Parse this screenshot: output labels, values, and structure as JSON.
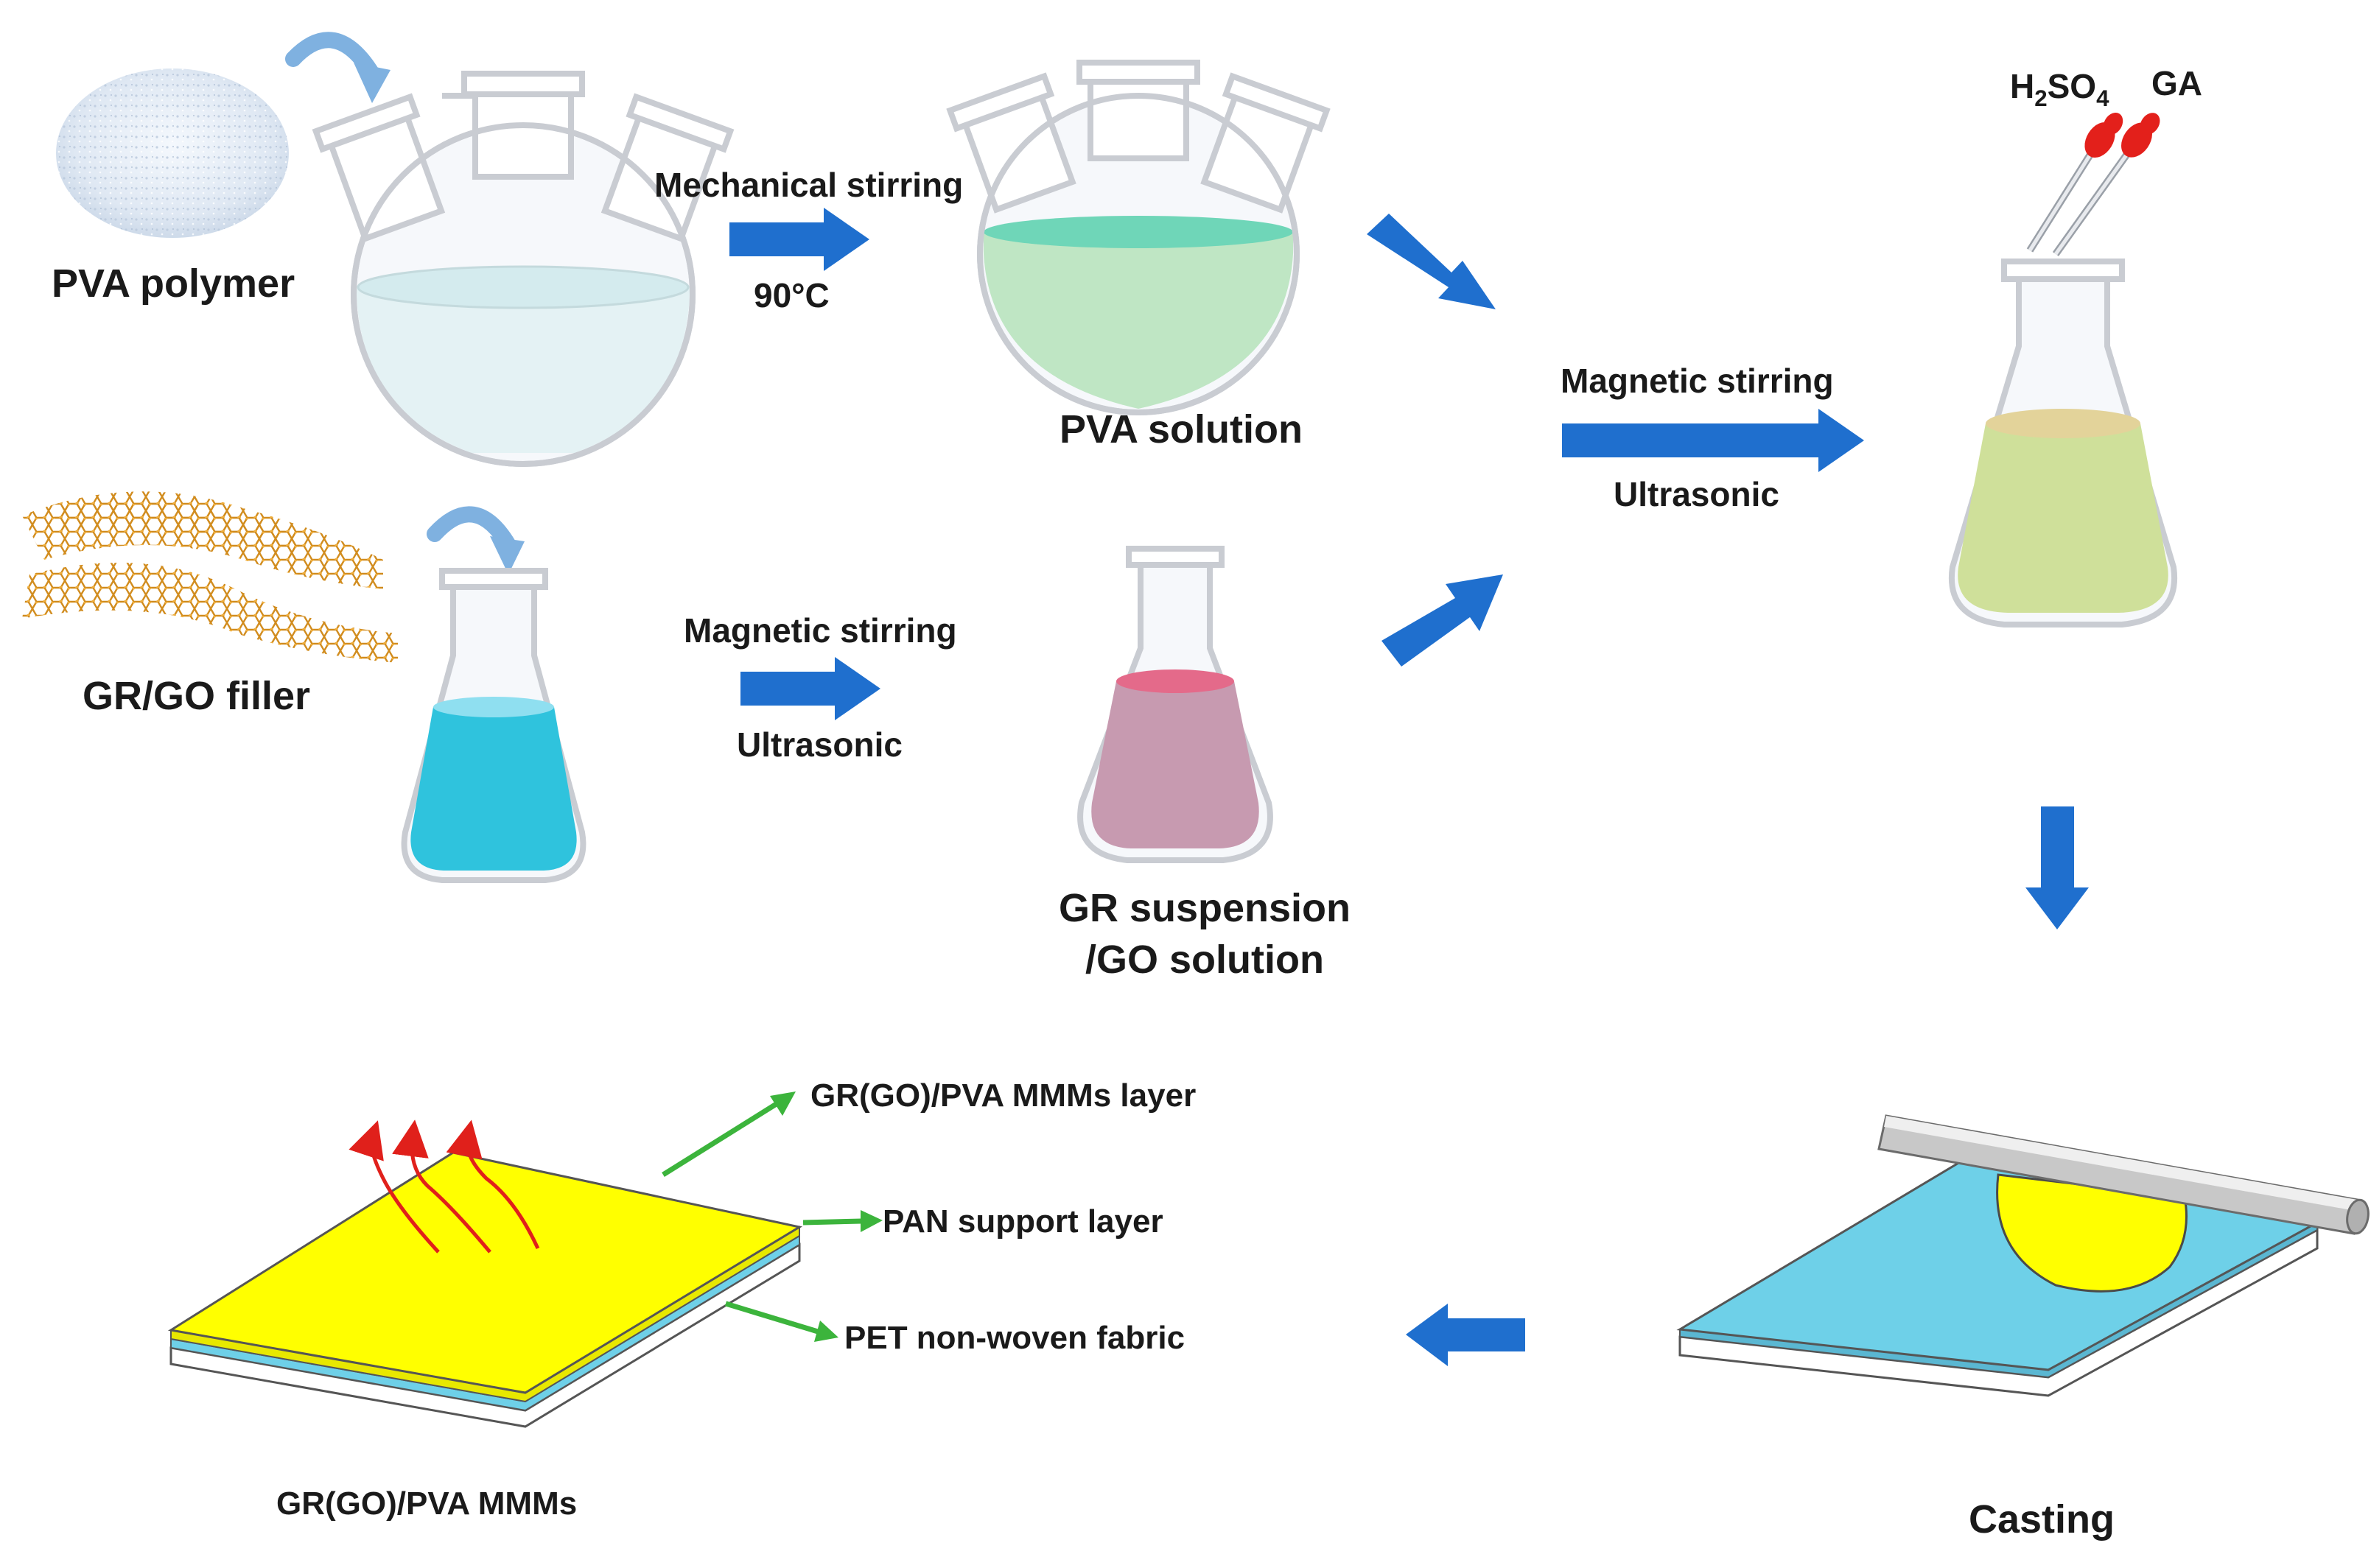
{
  "labels": {
    "pva_polymer": "PVA polymer",
    "gr_go_filler": "GR/GO filler",
    "pva_solution": "PVA solution",
    "gr_suspension_line1": "GR suspension",
    "gr_suspension_line2": "/GO solution",
    "casting": "Casting",
    "mmms": "GR(GO)/PVA MMMs"
  },
  "conditions": {
    "step1_top": "Mechanical stirring",
    "step1_bottom": "90°C",
    "step2_top": "Magnetic stirring",
    "step2_bottom": "Ultrasonic",
    "step3_top": "Magnetic stirring",
    "step3_bottom": "Ultrasonic"
  },
  "reagents": {
    "acid_main": "H",
    "acid_sub1": "2",
    "acid_mid": "SO",
    "acid_sub2": "4",
    "crosslinker": "GA"
  },
  "layers": {
    "top": "GR(GO)/PVA MMMs layer",
    "middle": "PAN support layer",
    "bottom": "PET non-woven fabric"
  },
  "colors": {
    "process_arrow": "#1f6fce",
    "layer_arrow": "#3cb43c",
    "pva_solution": "#bfe6c4",
    "filler_solution": "#2fc3dd",
    "gr_suspension": "#c79ab0",
    "mixed_solution": "#cfe09a",
    "membrane_top": "#ffff00",
    "support_layer": "#6ed0e8",
    "graphene": "#e0a030",
    "dropper_bulb": "#e3201b",
    "vapor_arrow": "#e0201b"
  }
}
